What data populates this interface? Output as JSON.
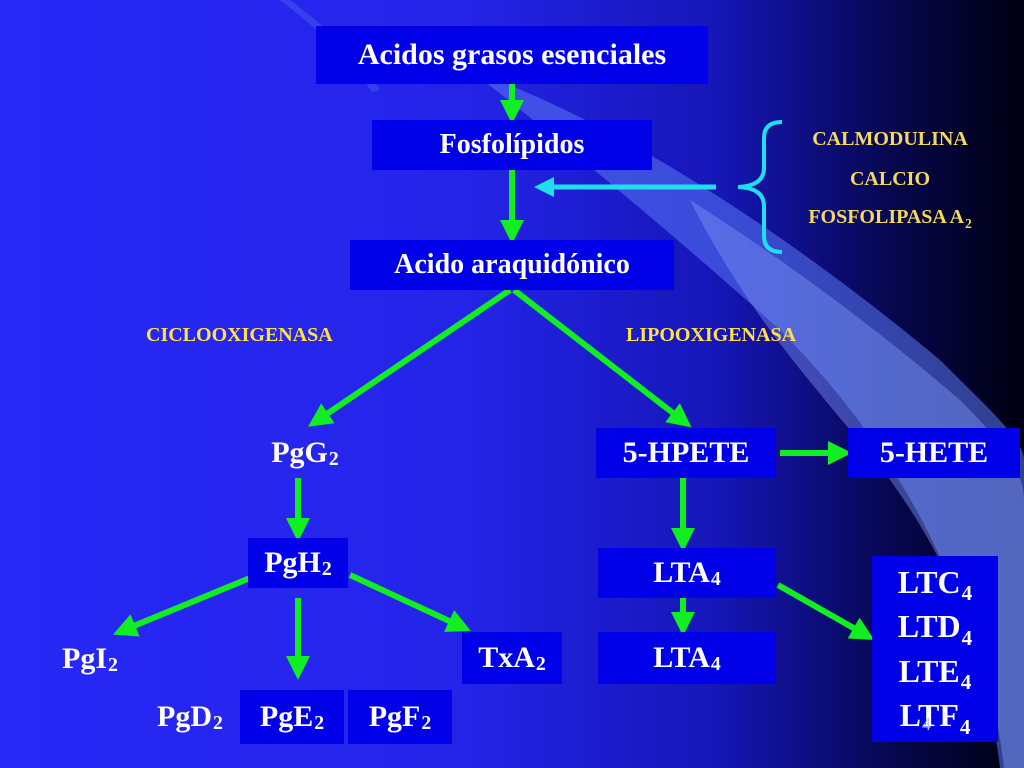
{
  "colors": {
    "arrow": "#11ee22",
    "regulator_arrow": "#22ddee",
    "enzyme_text": "#ffe04a",
    "regulator_text": "#f4d860",
    "box_fill": "#0000e8"
  },
  "nodes": {
    "acidos_grasos": "Acidos grasos esenciales",
    "fosfolipidos": "Fosfolípidos",
    "acido_araquidonico": "Acido araquidónico",
    "pgg": {
      "base": "PgG",
      "sub": "2"
    },
    "pgh": {
      "base": "PgH",
      "sub": "2"
    },
    "pgi": {
      "base": "PgI",
      "sub": "2"
    },
    "txa": {
      "base": "TxA",
      "sub": "2"
    },
    "pgd": {
      "base": "PgD",
      "sub": "2"
    },
    "pge": {
      "base": "PgE",
      "sub": "2"
    },
    "pgf": {
      "base": "PgF",
      "sub": "2"
    },
    "hpete": "5-HPETE",
    "hete": "5-HETE",
    "lta_upper": {
      "base": "LTA",
      "sub": "4"
    },
    "lta_lower": {
      "base": "LTA",
      "sub": "4"
    },
    "ltc": {
      "base": "LTC",
      "sub": "4"
    },
    "ltd": {
      "base": "LTD",
      "sub": "4"
    },
    "lte": {
      "base": "LTE",
      "sub": "4"
    },
    "ltf": {
      "base": "LTF",
      "sub": "4"
    }
  },
  "enzymes": {
    "cyclooxygenase": "CICLOOXIGENASA",
    "lipooxygenase": "LIPOOXIGENASA"
  },
  "regulators": {
    "calmodulina": "CALMODULINA",
    "calcio": "CALCIO",
    "fosfolipasa": {
      "base": "FOSFOLIPASA A",
      "sub": "2"
    }
  },
  "slide_number": "4"
}
